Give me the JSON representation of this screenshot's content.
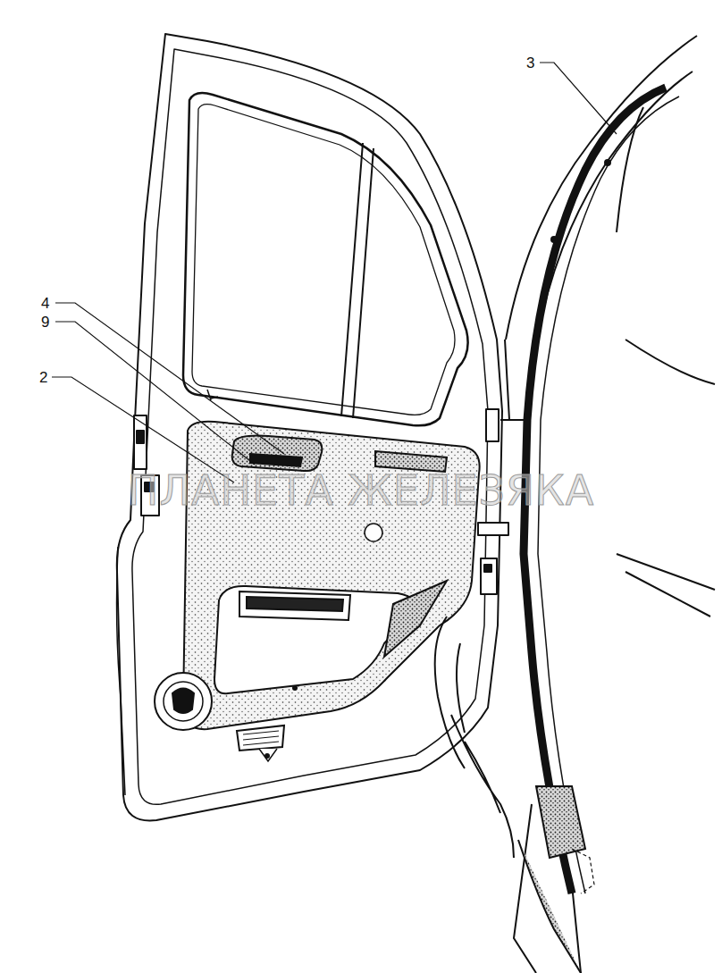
{
  "diagram": {
    "labels": [
      "3",
      "4",
      "9",
      "2",
      "ПЛАНЕТА ЖЕЛЕЗЯКА"
    ]
  }
}
